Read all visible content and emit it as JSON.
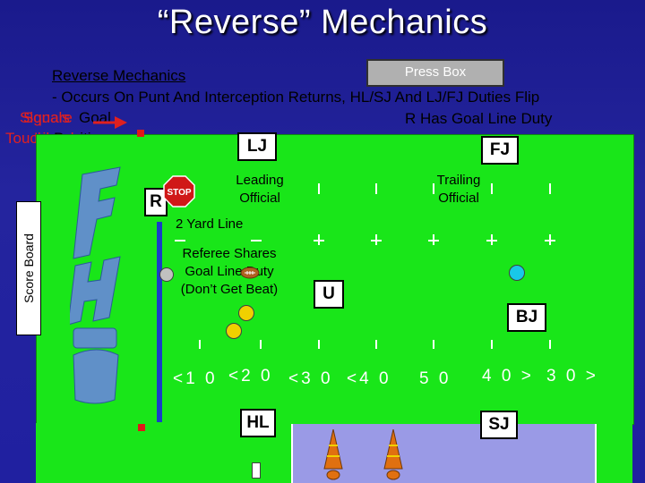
{
  "slide": {
    "title": "“Reverse” Mechanics",
    "heading": "Reverse Mechanics",
    "bullet": "- Occurs On Punt And Interception Returns, HL/SJ And LJ/FJ Duties Flip",
    "left_overlap_1a": "Signals",
    "left_overlap_1b": "Square",
    "left_overlap_1c": "Goal",
    "left_overlap_2a": "Touchback",
    "left_overlap_2b": "Line",
    "left_overlap_2c": "Position",
    "r_duty": "R Has Goal Line Duty"
  },
  "labels": {
    "press_box": "Press Box",
    "score_board": "Score Board",
    "lj": "LJ",
    "fj": "FJ",
    "r": "R",
    "u": "U",
    "bj": "BJ",
    "hl": "HL",
    "sj": "SJ",
    "stop": "STOP"
  },
  "notes": {
    "leading_1": "Leading",
    "leading_2": "Official",
    "trailing_1": "Trailing",
    "trailing_2": "Official",
    "two_yard": "2 Yard Line",
    "referee_1": "Referee Shares",
    "referee_2": "Goal Line Duty",
    "referee_3": "(Don’t Get Beat)"
  },
  "yard_lines": {
    "y10": "<1 0",
    "y20": "<2 0",
    "y30": "<3 0",
    "y40": "<4 0",
    "y50": "5 0",
    "y40r": "4 0 >",
    "y30r": "3 0 >"
  },
  "colors": {
    "background": "#1a1a8c",
    "field": "#19e619",
    "goal_line": "#1a3cc8",
    "official_yellow": "#f0d000",
    "official_cyan": "#18c8e8",
    "arrow": "#e02020",
    "sideline_box": "#9a9ae6"
  },
  "icons": {
    "logo": "fhsaa-logo",
    "stop": "stop-sign-icon",
    "football": "football-icon",
    "pylon": "pylon-icon"
  }
}
